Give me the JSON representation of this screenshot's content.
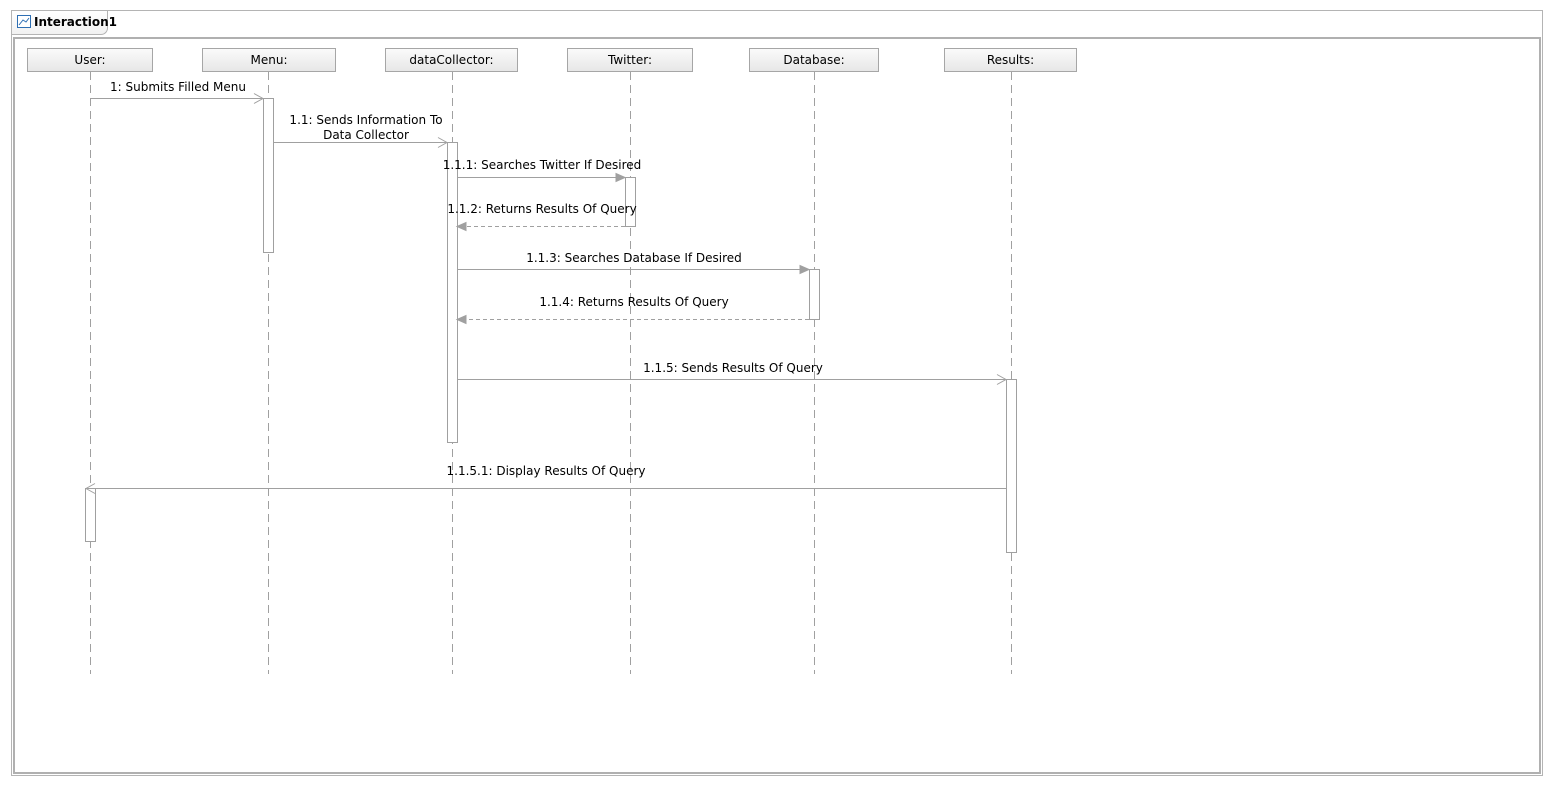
{
  "frame": {
    "title": "Interaction1",
    "icon": "sequence-diagram-icon"
  },
  "lifelines": [
    {
      "id": "user",
      "name": "User:"
    },
    {
      "id": "menu",
      "name": "Menu:"
    },
    {
      "id": "datacollector",
      "name": "dataCollector:"
    },
    {
      "id": "twitter",
      "name": "Twitter:"
    },
    {
      "id": "database",
      "name": "Database:"
    },
    {
      "id": "results",
      "name": "Results:"
    }
  ],
  "messages": [
    {
      "id": "m1",
      "label": "1: Submits Filled Menu",
      "from": "user",
      "to": "menu",
      "kind": "async"
    },
    {
      "id": "m1-1",
      "label": "1.1: Sends Information To\nData Collector",
      "from": "menu",
      "to": "datacollector",
      "kind": "async"
    },
    {
      "id": "m1-1-1",
      "label": "1.1.1: Searches Twitter If Desired",
      "from": "datacollector",
      "to": "twitter",
      "kind": "sync"
    },
    {
      "id": "m1-1-2",
      "label": "1.1.2: Returns Results Of Query",
      "from": "twitter",
      "to": "datacollector",
      "kind": "reply"
    },
    {
      "id": "m1-1-3",
      "label": "1.1.3: Searches Database If Desired",
      "from": "datacollector",
      "to": "database",
      "kind": "sync"
    },
    {
      "id": "m1-1-4",
      "label": "1.1.4: Returns Results Of Query",
      "from": "database",
      "to": "datacollector",
      "kind": "reply"
    },
    {
      "id": "m1-1-5",
      "label": "1.1.5: Sends Results Of Query",
      "from": "datacollector",
      "to": "results",
      "kind": "async"
    },
    {
      "id": "m1-1-5-1",
      "label": "1.1.5.1: Display Results Of Query",
      "from": "results",
      "to": "user",
      "kind": "async"
    }
  ],
  "colors": {
    "line": "#a0a0a0",
    "frame": "#b4b4b4",
    "text": "#000000"
  }
}
